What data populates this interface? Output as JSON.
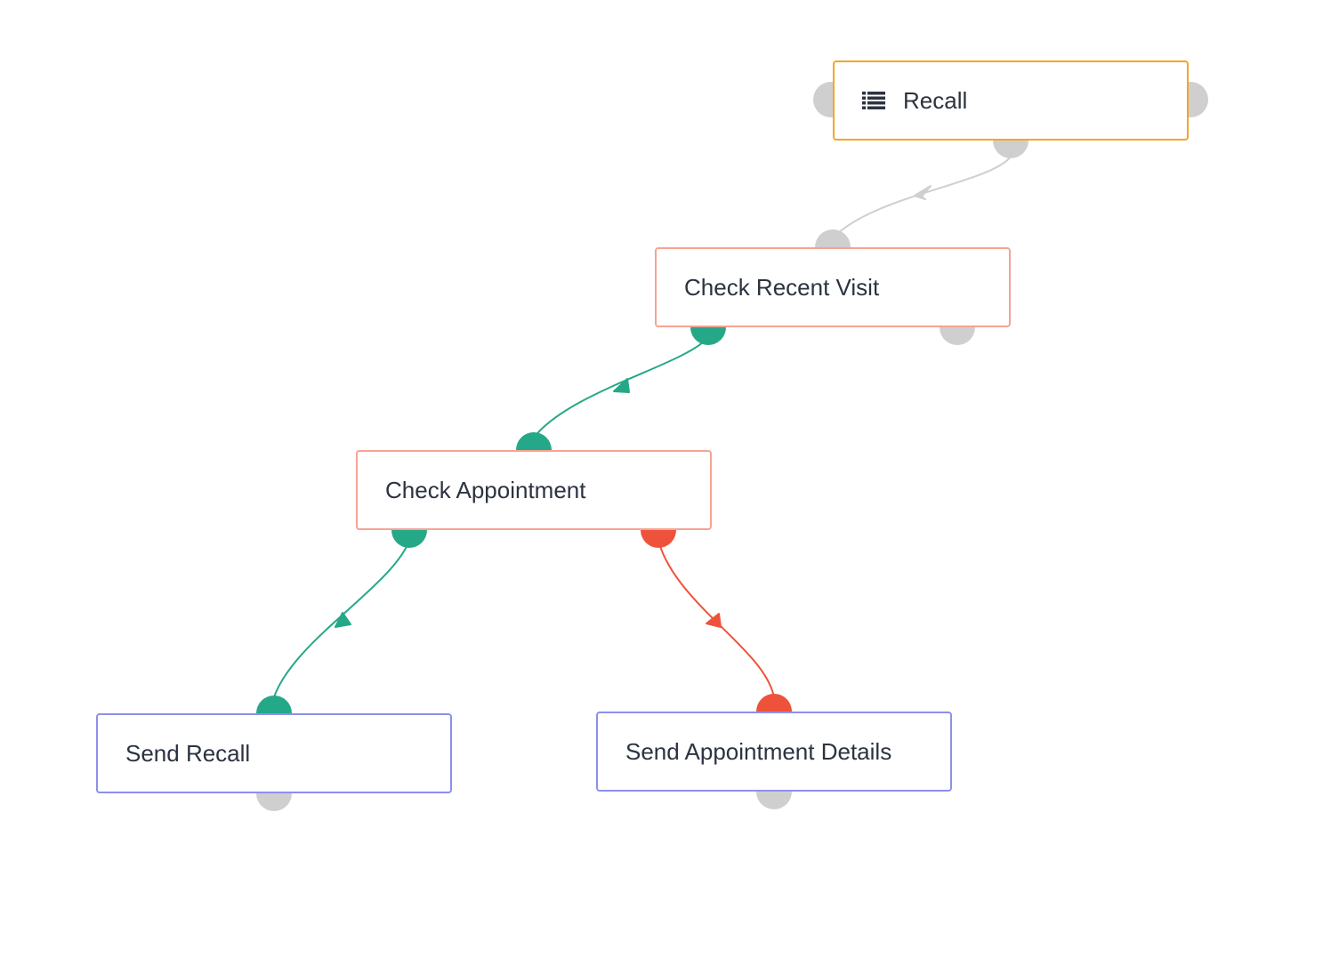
{
  "nodes": {
    "recall": {
      "label": "Recall",
      "icon": "list-icon",
      "kind": "trigger"
    },
    "check_recent_visit": {
      "label": "Check Recent Visit",
      "kind": "condition"
    },
    "check_appointment": {
      "label": "Check Appointment",
      "kind": "condition"
    },
    "send_recall": {
      "label": "Send Recall",
      "kind": "action"
    },
    "send_appointment_details": {
      "label": "Send Appointment Details",
      "kind": "action"
    }
  },
  "edges": [
    {
      "from": "recall",
      "to": "check_recent_visit",
      "branch": "default",
      "color": "#cfcfcf"
    },
    {
      "from": "check_recent_visit",
      "to": "check_appointment",
      "branch": "yes",
      "color": "#25a888"
    },
    {
      "from": "check_appointment",
      "to": "send_recall",
      "branch": "yes",
      "color": "#25a888"
    },
    {
      "from": "check_appointment",
      "to": "send_appointment_details",
      "branch": "no",
      "color": "#ef523a"
    }
  ],
  "colors": {
    "trigger_border": "#f5a623",
    "condition_border": "#f6a394",
    "action_border": "#8c90ec",
    "port_default": "#cfcfcf",
    "port_yes": "#25a888",
    "port_no": "#ef523a",
    "text": "#2c3340"
  }
}
